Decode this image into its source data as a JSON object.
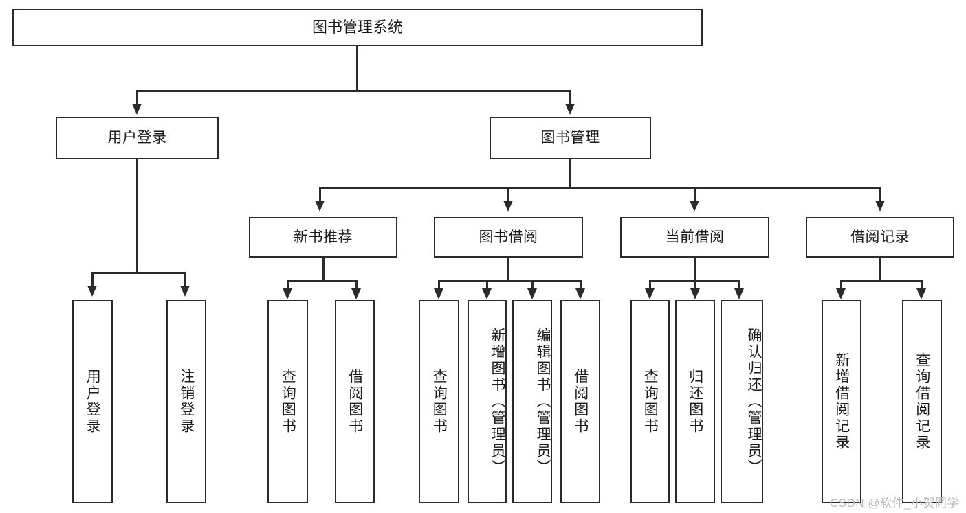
{
  "diagram": {
    "title": "图书管理系统",
    "watermark": "CSDN @软件_小贺同学",
    "levels": {
      "root": {
        "label": "图书管理系统"
      },
      "level2": [
        {
          "label": "用户登录"
        },
        {
          "label": "图书管理"
        }
      ],
      "level3": [
        {
          "label": "新书推荐"
        },
        {
          "label": "图书借阅"
        },
        {
          "label": "当前借阅"
        },
        {
          "label": "借阅记录"
        }
      ],
      "leaves": {
        "user_login": [
          {
            "label": "用户登录"
          },
          {
            "label": "注销登录"
          }
        ],
        "new_book_recommend": [
          {
            "label": "查询图书"
          },
          {
            "label": "借阅图书"
          }
        ],
        "book_borrow": [
          {
            "label": "查询图书"
          },
          {
            "label": "新增图书（管理员）"
          },
          {
            "label": "编辑图书（管理员）"
          },
          {
            "label": "借阅图书"
          }
        ],
        "current_borrow": [
          {
            "label": "查询图书"
          },
          {
            "label": "归还图书"
          },
          {
            "label": "确认归还（管理员）"
          }
        ],
        "borrow_records": [
          {
            "label": "新增借阅记录"
          },
          {
            "label": "查询借阅记录"
          }
        ]
      }
    },
    "colors": {
      "stroke": "#2b2b2b",
      "background": "#ffffff",
      "text": "#1b1b1b",
      "watermark": "#b9b9b9"
    }
  }
}
